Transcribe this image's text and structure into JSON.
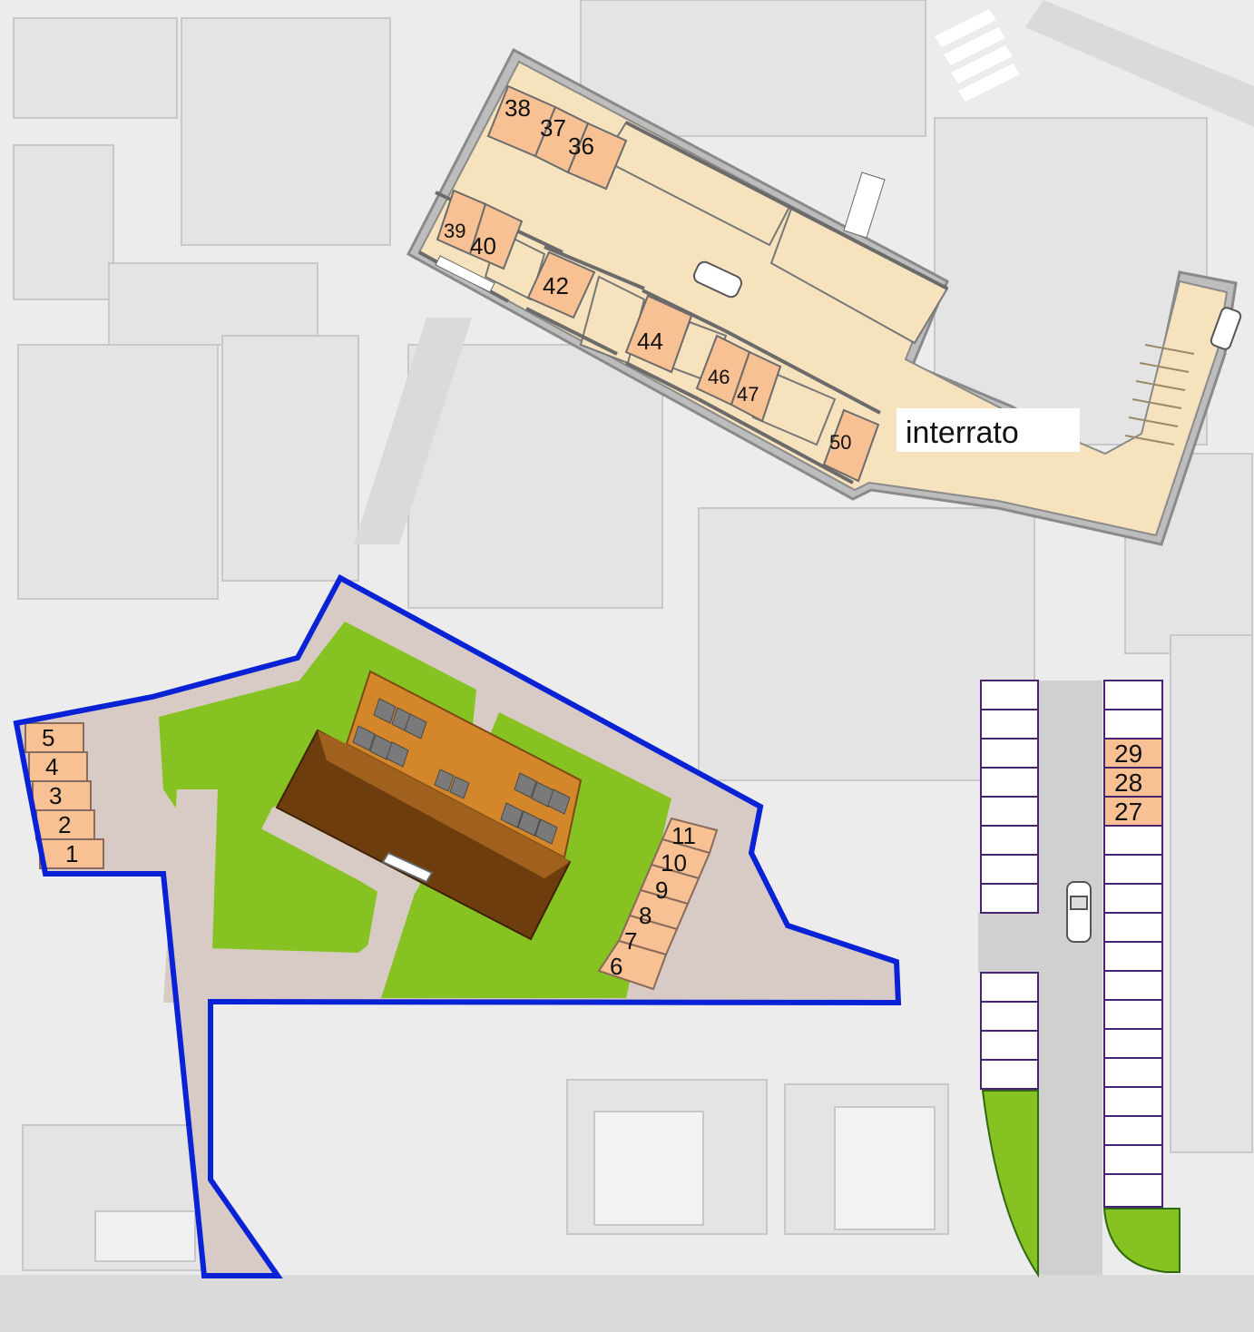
{
  "labels": {
    "underground": "interrato"
  },
  "colors": {
    "background": "#ececec",
    "building_outline": "#c9c9c9",
    "lot_boundary": "#0a22d6",
    "lawn": "#86c322",
    "paving": "#d8cac4",
    "garage_floor": "#f6e2bd",
    "numbered_space": "#f8c193",
    "roof_dark": "#6e3d0d",
    "roof_light": "#d3862a",
    "street_space_outline": "#4a2370",
    "road": "#d0d0d0"
  },
  "underground_spaces": [
    "38",
    "37",
    "36",
    "39",
    "40",
    "42",
    "44",
    "46",
    "47",
    "50"
  ],
  "west_spaces": [
    "5",
    "4",
    "3",
    "2",
    "1"
  ],
  "east_lot_spaces": [
    "11",
    "10",
    "9",
    "8",
    "7",
    "6"
  ],
  "street_spaces": [
    "29",
    "28",
    "27"
  ]
}
